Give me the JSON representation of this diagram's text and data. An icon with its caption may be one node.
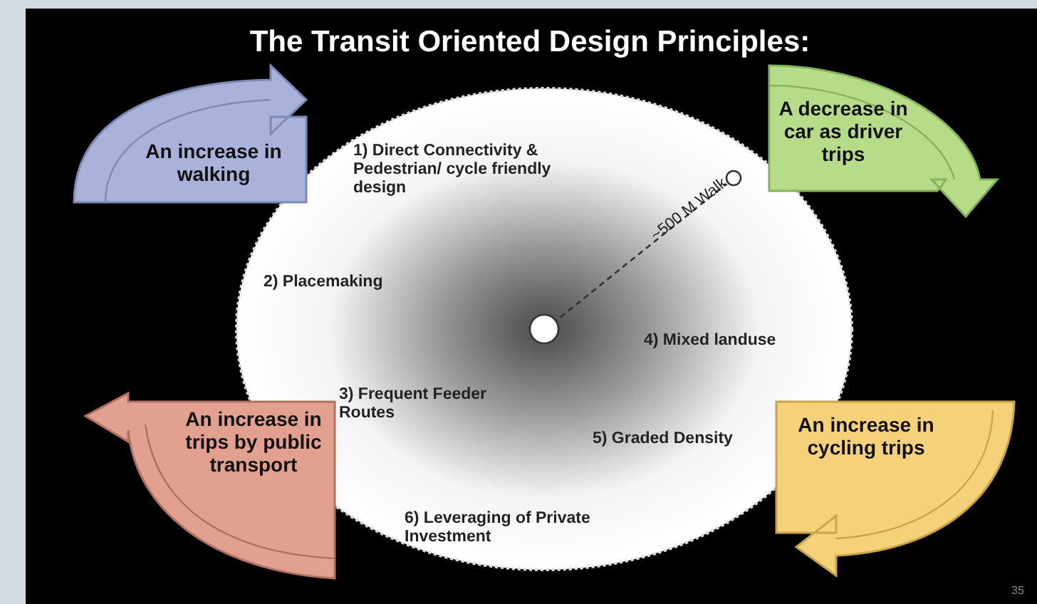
{
  "diagram": {
    "title": "The Transit Oriented Design Principles:",
    "nodes": [
      {
        "text": [
          "An increase in walking"
        ]
      },
      {
        "text": [
          "A decrease in car as driver trips"
        ]
      },
      {
        "text": [
          "An increase in trips by public transport"
        ]
      },
      {
        "text": [
          "An increase in cycling trips"
        ]
      }
    ],
    "labels": [
      "1) Direct Connectivity & Pedestrian/ cycle friendly design",
      "~500 M Walk",
      "2) Placemaking",
      "4) Mixed landuse",
      "3) Frequent Feeder Routes",
      "5) Graded Density",
      "6) Leveraging of Private Investment",
      "35"
    ]
  }
}
